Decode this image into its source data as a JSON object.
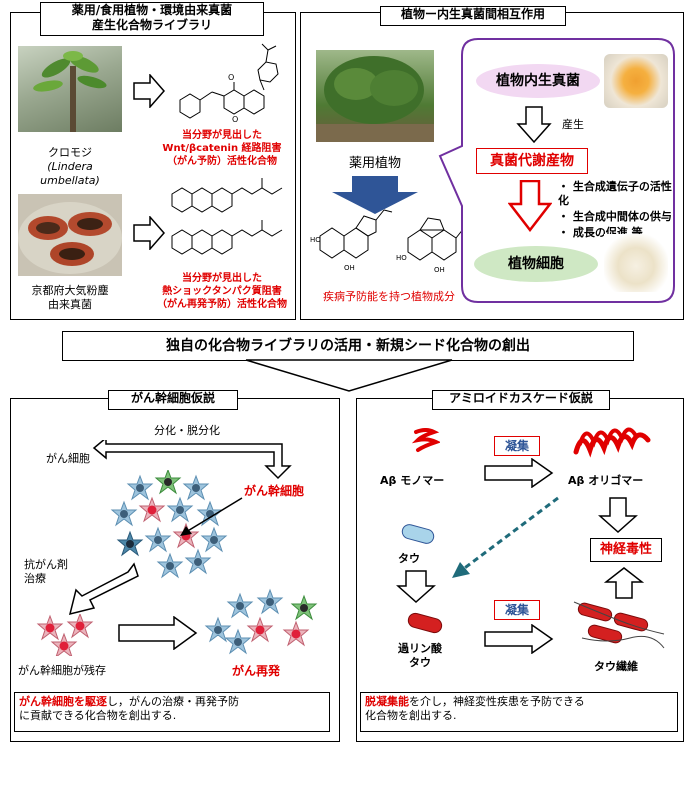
{
  "top_left": {
    "title_line1": "薬用/食用植物・環境由来真菌",
    "title_line2": "産生化合物ライブラリ",
    "plant_name": "クロモジ",
    "plant_latin": "(Lindera umbellata)",
    "fungus_line1": "京都府大気粉塵",
    "fungus_line2": "由来真菌",
    "compound1_line1": "当分野が見出した",
    "compound1_line2": "Wnt/βcatenin 経路阻害",
    "compound1_line3": "（がん予防）活性化合物",
    "compound2_line1": "当分野が見出した",
    "compound2_line2": "熱ショックタンパク質阻害",
    "compound2_line3": "（がん再発予防）活性化合物"
  },
  "top_right": {
    "title": "植物ー内生真菌間相互作用",
    "plant_label": "薬用植物",
    "endophyte": "植物内生真菌",
    "produce": "産生",
    "metabolite": "真菌代謝産物",
    "effects": [
      "・ 生合成遺伝子の活性化",
      "・ 生合成中間体の供与",
      "・ 成長の促進  等"
    ],
    "plant_cell": "植物細胞",
    "disease_label": "疾病予防能を持つ植物成分"
  },
  "banner": "独自の化合物ライブラリの活用・新規シード化合物の創出",
  "bottom_left": {
    "title": "がん幹細胞仮説",
    "diff": "分化・脱分化",
    "cancer_cell": "がん細胞",
    "stem_cell": "がん幹細胞",
    "drug_line1": "抗がん剤",
    "drug_line2": "治療",
    "remain": "がん幹細胞が残存",
    "relapse": "がん再発",
    "summary_red": "がん幹細胞を駆逐",
    "summary_rest1": "し，がんの治療・再発予防",
    "summary_line2": "に貢献できる化合物を創出する."
  },
  "bottom_right": {
    "title": "アミロイドカスケード仮説",
    "aggregation": "凝集",
    "monomer": "Aβ モノマー",
    "oligomer": "Aβ オリゴマー",
    "toxicity": "神経毒性",
    "tau": "タウ",
    "phospho_line1": "過リン酸",
    "phospho_line2": "タウ",
    "fiber": "タウ繊維",
    "summary_red": "脱凝集能",
    "summary_rest1": "を介し，神経変性疾患を予防できる",
    "summary_line2": "化合物を創出する."
  }
}
